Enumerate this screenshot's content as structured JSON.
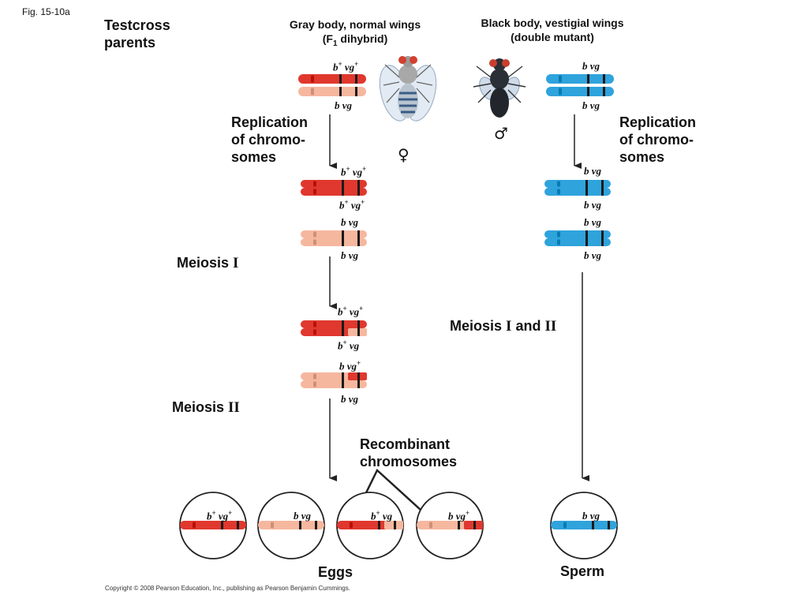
{
  "figure_number": "Fig. 15-10a",
  "testcross_parents": [
    "Testcross",
    "parents"
  ],
  "female_parent": {
    "line1": "Gray body, normal wings",
    "line2_pre": "(F",
    "line2_sub": "1",
    "line2_post": " dihybrid)",
    "symbol": "♀"
  },
  "male_parent": {
    "line1": "Black body, vestigial wings",
    "line2": "(double mutant)",
    "symbol": "♂"
  },
  "replication_label": [
    "Replication",
    "of chromo-",
    "somes"
  ],
  "meiosis_i": {
    "text": "Meiosis ",
    "numeral": "I"
  },
  "meiosis_ii": {
    "text": "Meiosis ",
    "numeral": "II"
  },
  "meiosis_i_and_ii": {
    "text": "Meiosis ",
    "numeral1": "I",
    "and": " and ",
    "numeral2": "II"
  },
  "recombinant_label": [
    "Recombinant",
    "chromosomes"
  ],
  "eggs_label": "Eggs",
  "sperm_label": "Sperm",
  "allele_b": "b",
  "allele_vg": "vg",
  "plus": "+",
  "copyright": "Copyright © 2008 Pearson Education, Inc., publishing as Pearson Benjamin Cummings.",
  "colors": {
    "red": "#e0382e",
    "pink": "#f6b79f",
    "blue": "#2fa3dc",
    "band": "#1a1a1a"
  }
}
